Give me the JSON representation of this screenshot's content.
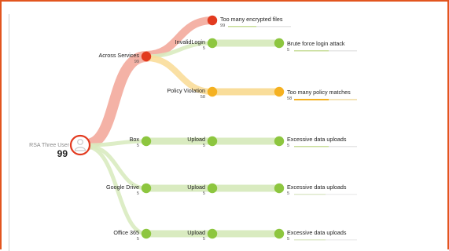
{
  "colors": {
    "frame": "#e2551f",
    "red": "#e23a1f",
    "red_link": "#f2a597",
    "orange": "#f5b121",
    "orange_link": "#f9dd9a",
    "green": "#8dc63f",
    "green_link": "#d9ebc0",
    "root_ring": "#e23a1f"
  },
  "root": {
    "label": "RSA Three User",
    "count": "99",
    "icon": "user-icon"
  },
  "level1": [
    {
      "id": "across",
      "label": "Across Services",
      "count": "99",
      "status": "red"
    },
    {
      "id": "box",
      "label": "Box",
      "count": "5",
      "status": "green"
    },
    {
      "id": "gdrive",
      "label": "Google Drive",
      "count": "5",
      "status": "green"
    },
    {
      "id": "office",
      "label": "Office 365",
      "count": "5",
      "status": "green"
    }
  ],
  "level2": [
    {
      "id": "encrypted",
      "label": "Too many encrypted files",
      "count": "99",
      "status": "red",
      "severity": 0.45
    },
    {
      "id": "invalid",
      "label": "InvalidLogin",
      "count": "5",
      "status": "green"
    },
    {
      "id": "policy",
      "label": "Policy Violation",
      "count": "58",
      "status": "orange"
    },
    {
      "id": "box_upload",
      "label": "Upload",
      "count": "5",
      "status": "green"
    },
    {
      "id": "gdrive_upload",
      "label": "Upload",
      "count": "5",
      "status": "green"
    },
    {
      "id": "office_upload",
      "label": "Upload",
      "count": "5",
      "status": "green"
    }
  ],
  "level3": [
    {
      "id": "bruteforce",
      "label": "Brute force login attack",
      "count": "5",
      "status": "green",
      "severity": 0.55
    },
    {
      "id": "policy_matches",
      "label": "Too many policy matches",
      "count": "58",
      "status": "orange",
      "severity": 0.55
    },
    {
      "id": "box_excessive",
      "label": "Excessive data uploads",
      "count": "5",
      "status": "green",
      "severity": 0.55
    },
    {
      "id": "gdrive_excessive",
      "label": "Excessive data uploads",
      "count": "5",
      "status": "green",
      "severity": 0.5
    },
    {
      "id": "office_excessive",
      "label": "Excessive data uploads",
      "count": "5",
      "status": "green",
      "severity": 0.5
    }
  ]
}
